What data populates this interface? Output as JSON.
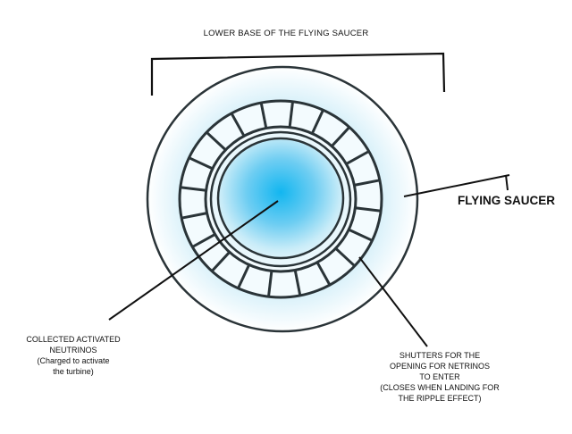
{
  "labels": {
    "top": "LOWER BASE OF THE FLYING SAUCER",
    "saucer": "FLYING SAUCER",
    "neutrinos": {
      "lines": [
        "COLLECTED ACTIVATED",
        "NEUTRINOS",
        "(Charged to activate",
        "the turbine)"
      ]
    },
    "shutters": {
      "lines": [
        "SHUTTERS FOR THE",
        "OPENING FOR NETRINOS",
        "TO ENTER",
        "(CLOSES WHEN LANDING FOR",
        "THE RIPPLE EFFECT)"
      ]
    }
  },
  "colors": {
    "core_center": "#12b6f0",
    "core_mid": "#8fd8f4",
    "glow": "#e6f6fc",
    "stroke": "#2a3438"
  },
  "shutter_count": 20
}
